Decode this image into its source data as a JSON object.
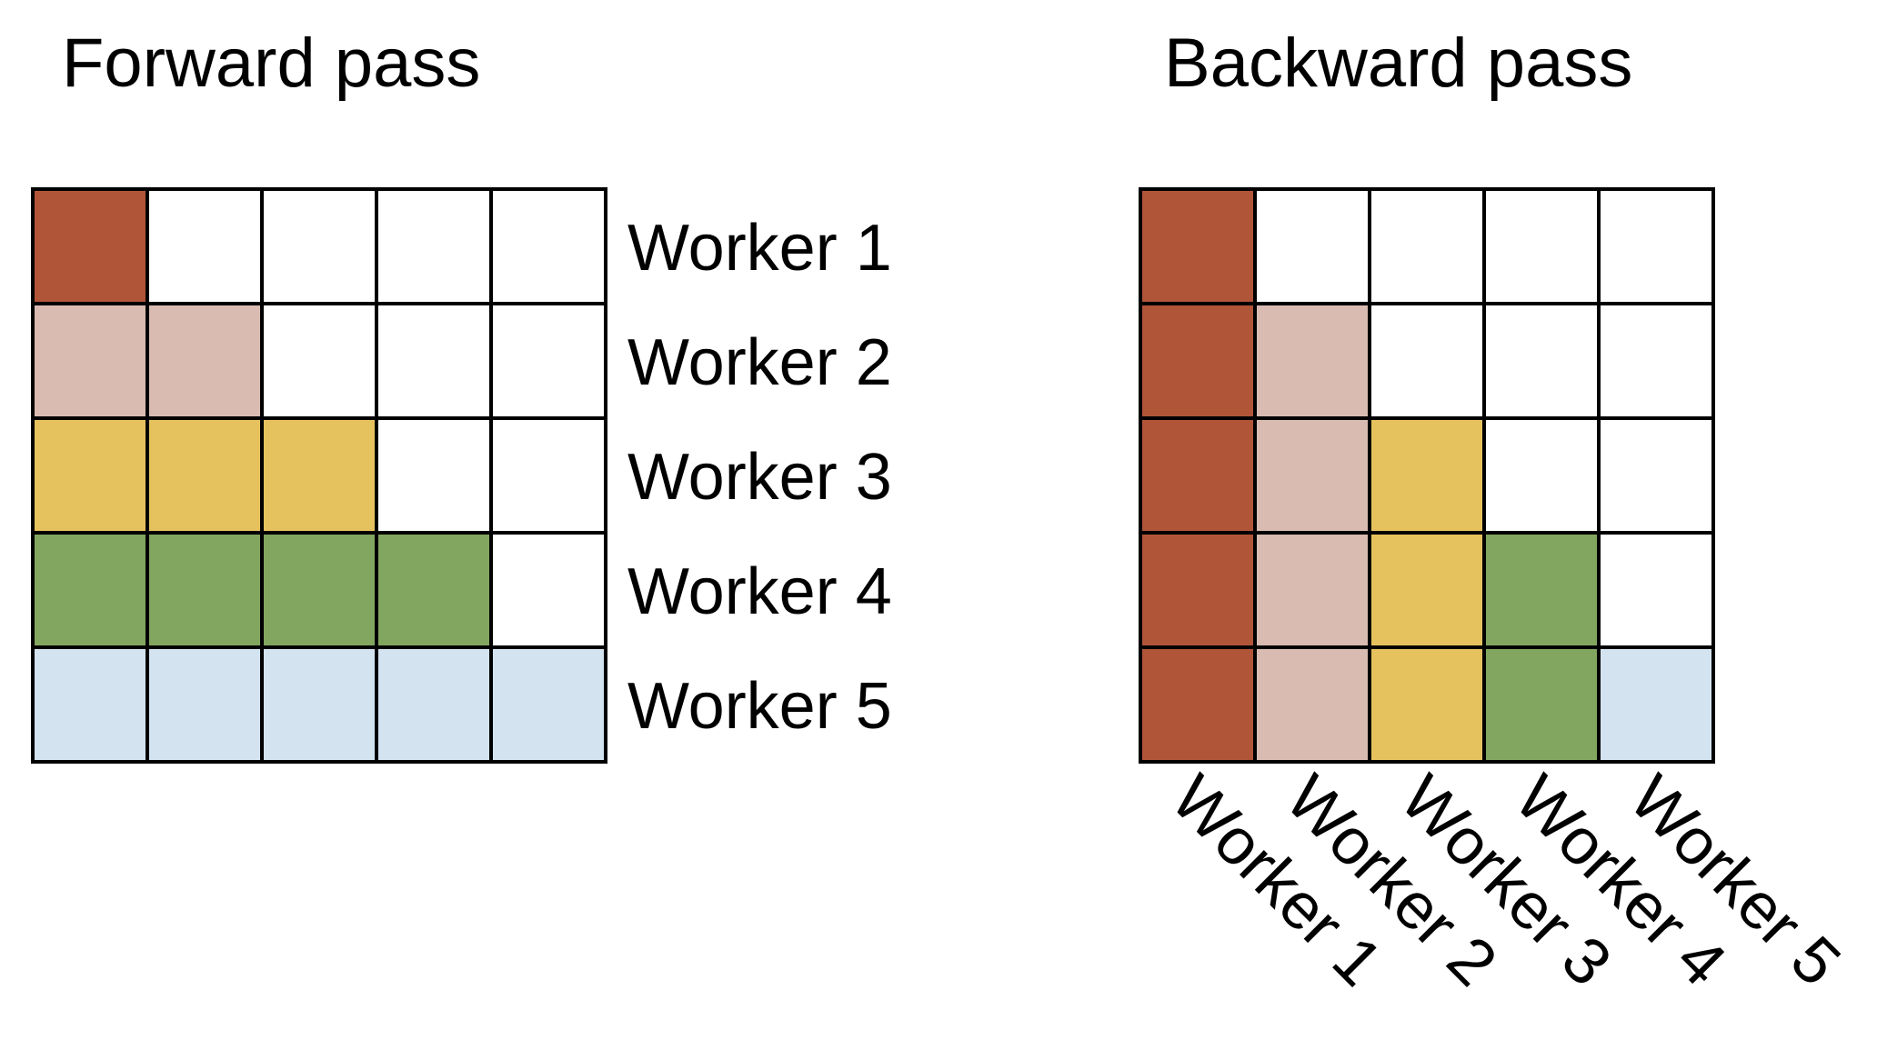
{
  "forward": {
    "title": "Forward pass",
    "row_labels": [
      "Worker 1",
      "Worker 2",
      "Worker 3",
      "Worker 4",
      "Worker 5"
    ],
    "grid": [
      [
        1,
        0,
        0,
        0,
        0
      ],
      [
        2,
        2,
        0,
        0,
        0
      ],
      [
        3,
        3,
        3,
        0,
        0
      ],
      [
        4,
        4,
        4,
        4,
        0
      ],
      [
        5,
        5,
        5,
        5,
        5
      ]
    ]
  },
  "backward": {
    "title": "Backward pass",
    "column_labels": [
      "Worker 1",
      "Worker 2",
      "Worker 3",
      "Worker 4",
      "Worker 5"
    ],
    "grid": [
      [
        1,
        0,
        0,
        0,
        0
      ],
      [
        1,
        2,
        0,
        0,
        0
      ],
      [
        1,
        2,
        3,
        0,
        0
      ],
      [
        1,
        2,
        3,
        4,
        0
      ],
      [
        1,
        2,
        3,
        4,
        5
      ]
    ]
  },
  "colors": {
    "empty": "#ffffff",
    "worker_1": "#b15539",
    "worker_2": "#d9bbb1",
    "worker_3": "#e6c25e",
    "worker_4": "#82a65f",
    "worker_5": "#d4e3f0",
    "grid_line": "#000000"
  }
}
